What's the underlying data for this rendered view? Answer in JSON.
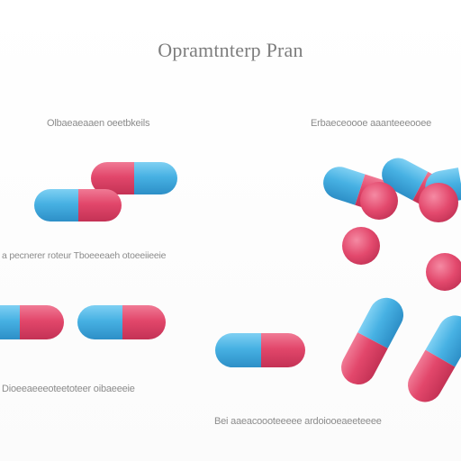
{
  "title": "Opramtnterp Pran",
  "captions": {
    "top_left": "Olbaeaeaaen oeetbkeils",
    "top_right": "Erbaeceoooe aaanteeeooee",
    "mid_left": "a pecnerer roteur Tboeeeaeh otoeeiieeie",
    "bottom_left": "Dioeeaeeeoteetoteer oibaeeeie",
    "bottom_right": "Bei aaeacoooteeeee ardoiooeaeeteeee"
  },
  "colors": {
    "background": "#ffffff",
    "capsule_blue": "#4ab3e4",
    "capsule_blue_dark": "#2b8fc6",
    "capsule_pink": "#e4466a",
    "capsule_pink_dark": "#c83356",
    "text": "#8a8a8a"
  }
}
